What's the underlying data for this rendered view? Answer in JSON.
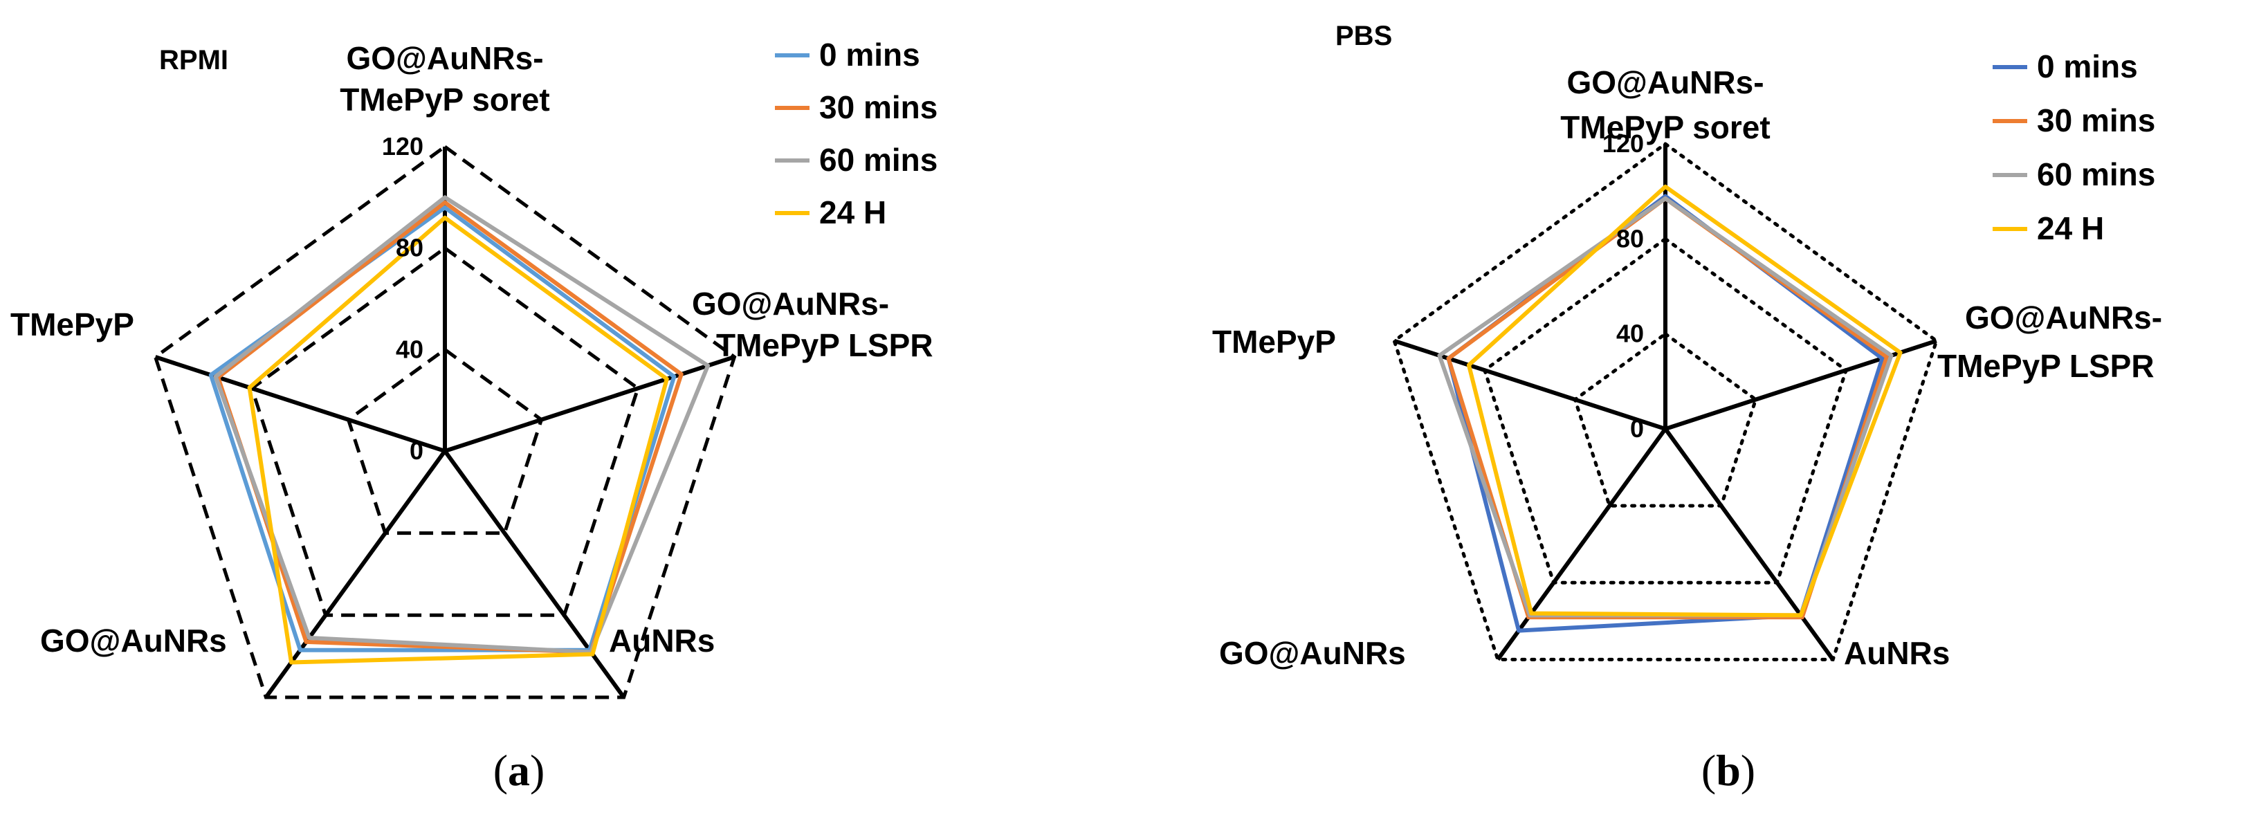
{
  "panel_labels": [
    "a",
    "b"
  ],
  "chart_data": [
    {
      "type": "radar",
      "title": "RPMI",
      "categories": [
        "GO@AuNRs-TMePyP soret",
        "GO@AuNRs-TMePyP LSPR",
        "AuNRs",
        "GO@AuNRs",
        "TMePyP"
      ],
      "ticks": [
        0,
        40,
        80,
        120
      ],
      "rlim": [
        0,
        120
      ],
      "grid_style": "dashed",
      "legend_position": "top-right",
      "series": [
        {
          "name": "0 mins",
          "color": "#5B9BD5",
          "values": [
            96,
            95,
            97,
            97,
            97
          ]
        },
        {
          "name": "30 mins",
          "color": "#ED7D31",
          "values": [
            98,
            98,
            98,
            93,
            94
          ]
        },
        {
          "name": "60 mins",
          "color": "#A5A5A5",
          "values": [
            100,
            109,
            98,
            91,
            95
          ]
        },
        {
          "name": "24 H",
          "color": "#FFC000",
          "values": [
            92,
            92,
            99,
            103,
            81
          ]
        }
      ]
    },
    {
      "type": "radar",
      "title": "PBS",
      "categories": [
        "GO@AuNRs-TMePyP soret",
        "GO@AuNRs-TMePyP LSPR",
        "AuNRs",
        "GO@AuNRs",
        "TMePyP"
      ],
      "ticks": [
        0,
        40,
        80,
        120
      ],
      "rlim": [
        0,
        120
      ],
      "grid_style": "dotted",
      "legend_position": "top-right",
      "series": [
        {
          "name": "0 mins",
          "color": "#4472C4",
          "values": [
            98,
            96,
            97,
            105,
            96
          ]
        },
        {
          "name": "30 mins",
          "color": "#ED7D31",
          "values": [
            97,
            98,
            98,
            98,
            96
          ]
        },
        {
          "name": "60 mins",
          "color": "#A5A5A5",
          "values": [
            97,
            100,
            97,
            97,
            100
          ]
        },
        {
          "name": "24 H",
          "color": "#FFC000",
          "values": [
            102,
            104,
            97,
            96,
            87
          ]
        }
      ]
    }
  ]
}
